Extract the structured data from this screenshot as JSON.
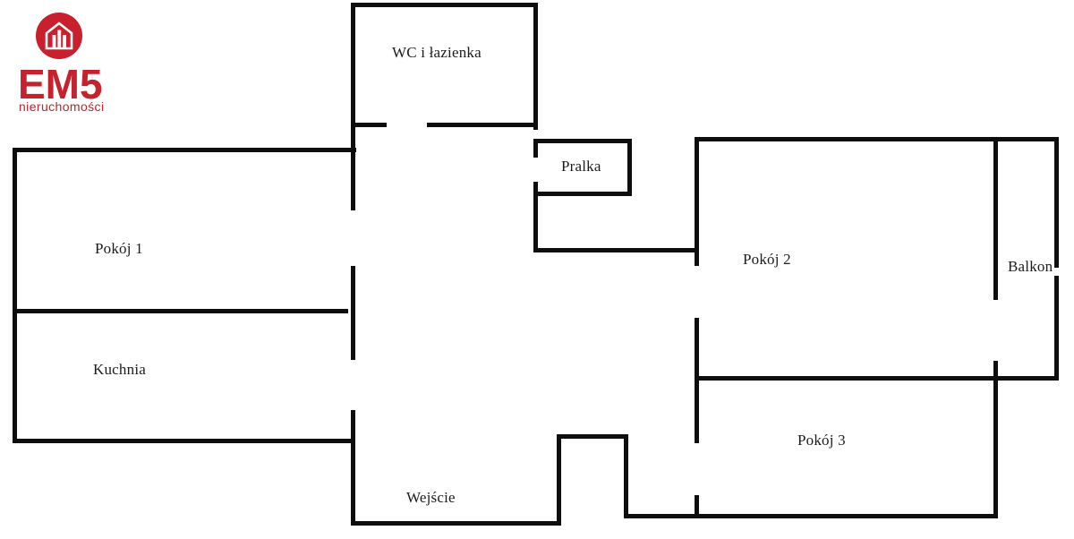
{
  "logo": {
    "brand": "EM5",
    "tagline": "nieruchomości",
    "brand_color": "#c4222d",
    "icon": "house-icon"
  },
  "floorplan": {
    "wall_color": "#0e0e0e",
    "rooms": {
      "wc": {
        "label": "WC i łazienka"
      },
      "pralka": {
        "label": "Pralka"
      },
      "pokoj1": {
        "label": "Pokój 1"
      },
      "kuchnia": {
        "label": "Kuchnia"
      },
      "pokoj2": {
        "label": "Pokój 2"
      },
      "balkon": {
        "label": "Balkon"
      },
      "pokoj3": {
        "label": "Pokój 3"
      },
      "wejscie": {
        "label": "Wejście"
      }
    }
  }
}
